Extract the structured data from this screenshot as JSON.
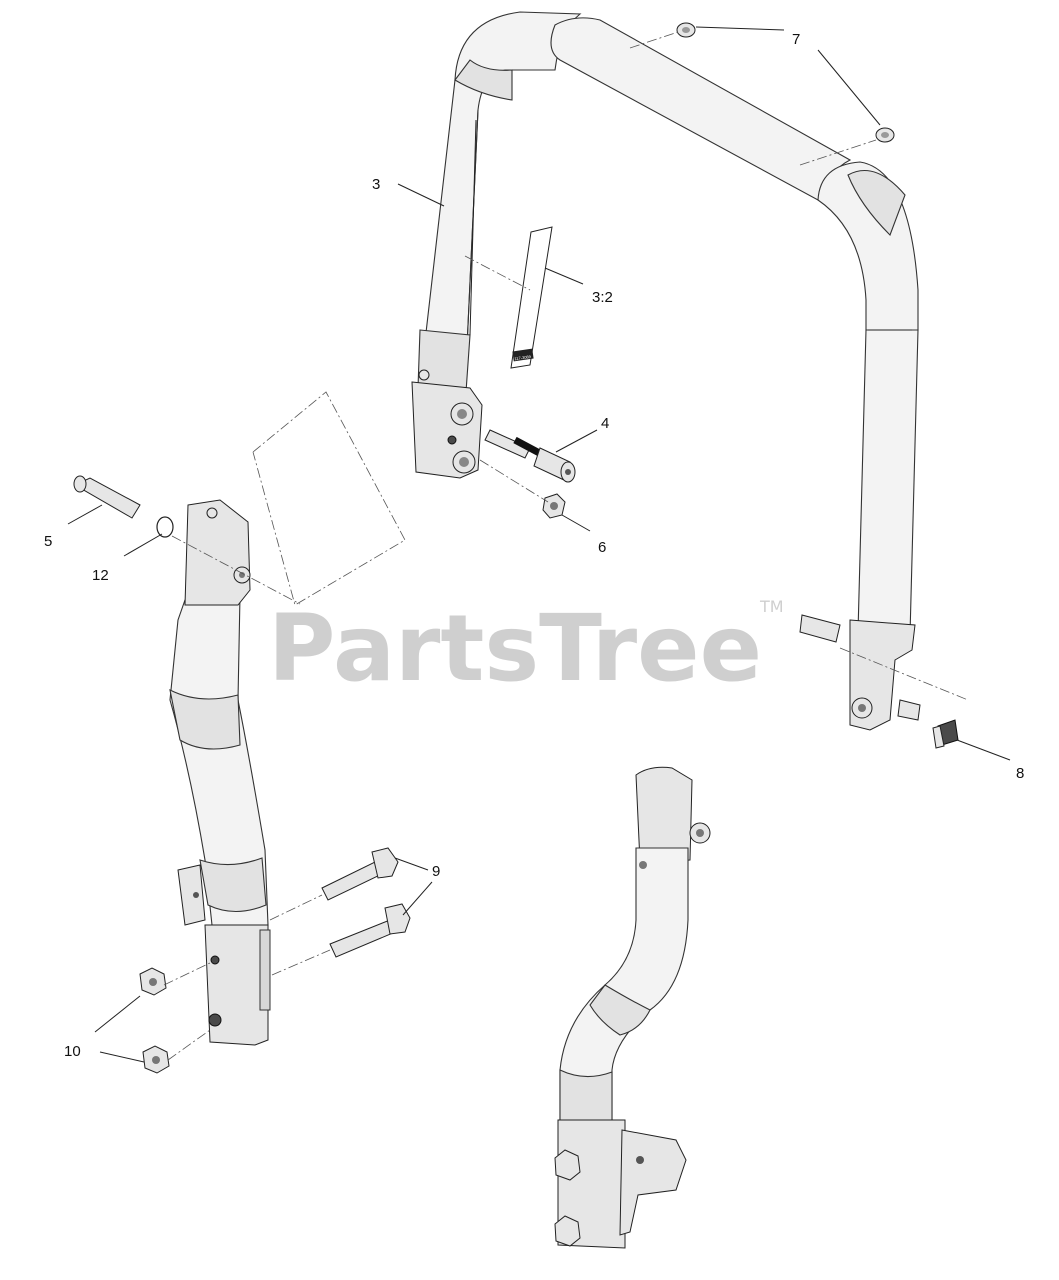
{
  "watermark": {
    "brand": "PartsTree",
    "trademark": "TM"
  },
  "decal_text": "117-3089",
  "callouts": [
    {
      "id": "c3",
      "label": "3"
    },
    {
      "id": "c3-2",
      "label": "3:2"
    },
    {
      "id": "c4",
      "label": "4"
    },
    {
      "id": "c5",
      "label": "5"
    },
    {
      "id": "c6",
      "label": "6"
    },
    {
      "id": "c7",
      "label": "7"
    },
    {
      "id": "c8",
      "label": "8"
    },
    {
      "id": "c9",
      "label": "9"
    },
    {
      "id": "c10",
      "label": "10"
    },
    {
      "id": "c12",
      "label": "12"
    }
  ]
}
